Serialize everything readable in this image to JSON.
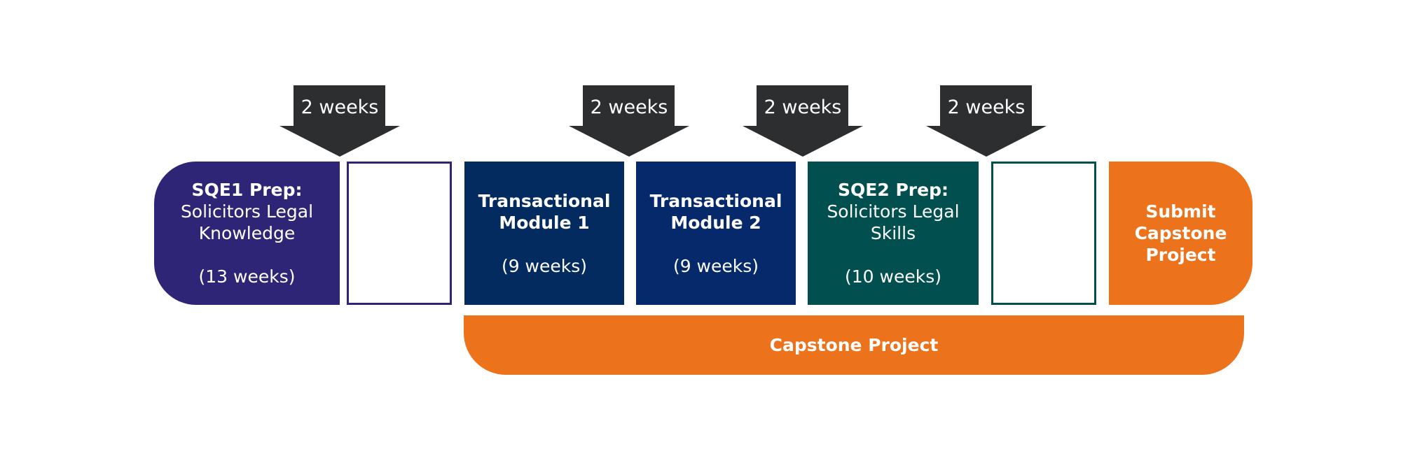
{
  "colors": {
    "sqe1": "#2f2577",
    "transactional1": "#032b5f",
    "transactional2": "#05296b",
    "sqe2": "#014f4f",
    "capstone": "#ec731b",
    "arrow": "#2c2e2f"
  },
  "arrows": [
    {
      "label": "2 weeks"
    },
    {
      "label": "2 weeks"
    },
    {
      "label": "2 weeks"
    },
    {
      "label": "2 weeks"
    }
  ],
  "stages": {
    "sqe1": {
      "title": "SQE1 Prep:",
      "line1": "Solicitors Legal",
      "line2": "Knowledge",
      "duration": "(13 weeks)"
    },
    "transactional1": {
      "title1": "Transactional",
      "title2": "Module 1",
      "duration": "(9 weeks)"
    },
    "transactional2": {
      "title1": "Transactional",
      "title2": "Module 2",
      "duration": "(9 weeks)"
    },
    "sqe2": {
      "title": "SQE2 Prep:",
      "line1": "Solicitors Legal",
      "line2": "Skills",
      "duration": "(10 weeks)"
    },
    "submit": {
      "line1": "Submit",
      "line2": "Capstone",
      "line3": "Project"
    }
  },
  "capstone_bar": {
    "label": "Capstone Project"
  }
}
